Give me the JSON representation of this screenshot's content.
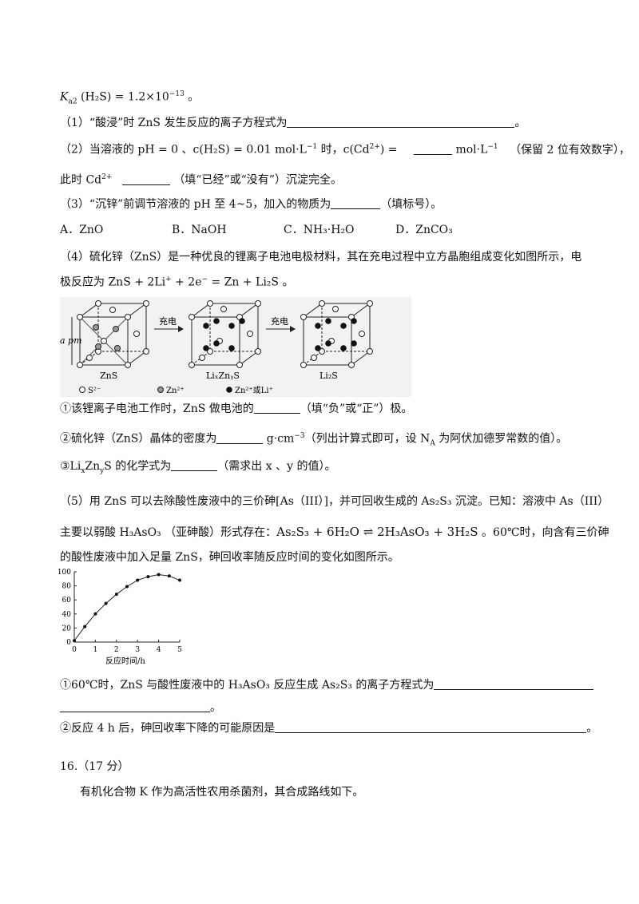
{
  "ka2": {
    "prefix": "K",
    "sub": "a2",
    "species": "(H₂S) = 1.2×10",
    "exp": "−13",
    "end": "。"
  },
  "q1": {
    "text": "（1）“酸浸”时 ZnS 发生反应的离子方程式为",
    "end": "。"
  },
  "q2": {
    "a": "（2）当溶液的 pH = 0 、c(H₂S) = 0.01 mol·L",
    "a_exp": "−1",
    "b": " 时，c(Cd",
    "b_exp": "2+",
    "c": ") =",
    "unit": "mol·L",
    "unit_exp": "−1",
    "note": "（保留 2 位有效数字），",
    "line2a": "此时 Cd",
    "line2a_exp": "2+",
    "line2b": "（填“已经”或“没有”）沉淀完全。"
  },
  "q3": {
    "text": "（3）“沉锌”前调节溶液的 pH 至 4~5，加入的物质为",
    "end": "（填标号）。",
    "options": [
      "A．ZnO",
      "B．NaOH",
      "C．NH₃·H₂O",
      "D．ZnCO₃"
    ]
  },
  "q4": {
    "line1": "（4）硫化锌（ZnS）是一种优良的锂离子电池电极材料，其在充电过程中立方晶胞组成变化如图所示，电",
    "line2a": "极反应为 ZnS + 2Li",
    "line2a_sup": "+",
    "line2b": " + 2e",
    "line2b_sup": "−",
    "line2c": " = Zn + Li₂S 。",
    "sub1": "①该锂离子电池工作时，ZnS 做电池的",
    "sub1_end": "（填“负”或“正”）极。",
    "sub2": "②硫化锌（ZnS）晶体的密度为",
    "sub2_unit": "g·cm",
    "sub2_unit_exp": "−3",
    "sub2_end": "（列出计算式即可，设 N",
    "sub2_na": "A",
    "sub2_end2": " 为阿伏加德罗常数的值）。",
    "sub3a": "③Li",
    "sub3_x": "x",
    "sub3b": "Zn",
    "sub3_y": "y",
    "sub3c": "S 的化学式为",
    "sub3_end": "（需求出 x 、y 的值）。"
  },
  "figure": {
    "apm": "a pm",
    "arrow1": "充电",
    "arrow2": "充电",
    "cap1": "ZnS",
    "cap2": "LiₓZnᵧS",
    "cap3": "Li₂S",
    "legend_s": "S²⁻",
    "legend_zn": "Zn²⁺",
    "legend_mix": "Zn²⁺或Li⁺"
  },
  "q5": {
    "line1a": "（5）用 ZnS 可以去除酸性废液中的三价砷[As（III）]，并可回收生成的 As₂S₃ 沉淀。已知：溶液中 As（III）",
    "line2a": "主要以弱酸 H₃AsO₃ （亚砷酸）形式存在：",
    "eq": "As₂S₃ + 6H₂O ⇌ 2H₃AsO₃ + 3H₂S",
    "line2b": " 。60℃时，向含有三价砷",
    "line3": "的酸性废液中加入足量 ZnS，砷回收率随反应时间的变化如图所示。",
    "sub1": "①60℃时，ZnS 与酸性废液中的 H₃AsO₃ 反应生成 As₂S₃ 的离子方程式为",
    "sub1_end": "。",
    "sub2": "②反应 4 h 后，砷回收率下降的可能原因是",
    "sub2_end": "。"
  },
  "q16": {
    "header": "16.（17 分）",
    "intro": "有机化合物 K 作为高活性农用杀菌剂，其合成路线如下。"
  },
  "chart_data": {
    "type": "line",
    "title": "",
    "xlabel": "反应时间/h",
    "ylabel": "",
    "xlim": [
      0,
      5
    ],
    "ylim": [
      0,
      100
    ],
    "xticks": [
      0,
      1,
      2,
      3,
      4,
      5
    ],
    "yticks": [
      0,
      20,
      40,
      60,
      80,
      100
    ],
    "x": [
      0,
      0.5,
      1,
      1.5,
      2,
      2.5,
      3,
      3.5,
      4,
      4.5,
      5
    ],
    "y": [
      2,
      22,
      40,
      55,
      68,
      79,
      88,
      93,
      96,
      94,
      88
    ],
    "grid": false,
    "markers": true
  }
}
